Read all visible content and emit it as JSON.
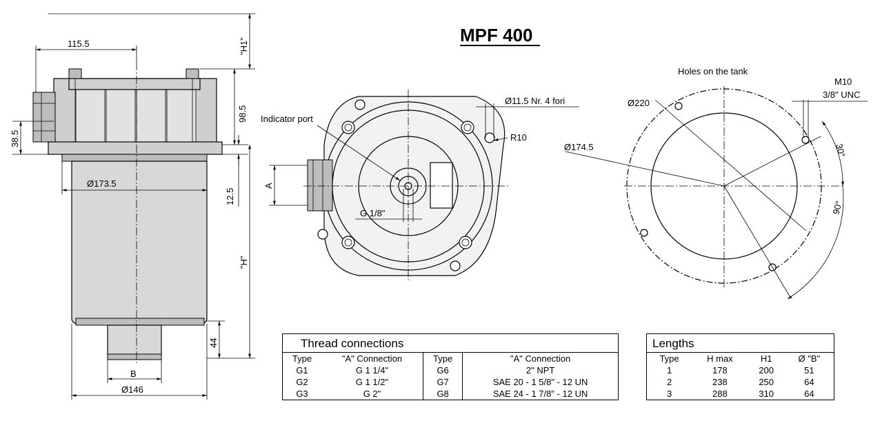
{
  "title": "MPF 400",
  "side_view": {
    "dims": [
      "115.5",
      "\"H1\"",
      "98.5",
      "38.5",
      "Ø173.5",
      "12.5",
      "\"H\"",
      "44",
      "B",
      "Ø146"
    ]
  },
  "front_view": {
    "dims": [
      "Ø11.5 Nr. 4 fori",
      "R10",
      "A",
      "G 1/8\""
    ],
    "indicator_label": "Indicator port"
  },
  "tank_view": {
    "heading": "Holes on the tank",
    "dims": [
      "Ø220",
      "Ø174.5",
      "M10",
      "3/8\" UNC",
      "30°",
      "90°"
    ]
  },
  "thread_table": {
    "title": "Thread connections",
    "headers": [
      "Type",
      "\"A\"  Connection",
      "Type",
      "\"A\"  Connection"
    ],
    "rows": [
      [
        "G1",
        "G 1 1/4\"",
        "G6",
        "2\"  NPT"
      ],
      [
        "G2",
        "G 1 1/2\"",
        "G7",
        "SAE 20 - 1 5/8\" - 12 UN"
      ],
      [
        "G3",
        "G 2\"",
        "G8",
        "SAE 24 - 1 7/8\" - 12 UN"
      ]
    ]
  },
  "lengths_table": {
    "title": "Lengths",
    "headers": [
      "Type",
      "H max",
      "H1",
      "Ø  \"B\""
    ],
    "rows": [
      [
        "1",
        "178",
        "200",
        "51"
      ],
      [
        "2",
        "238",
        "250",
        "64"
      ],
      [
        "3",
        "288",
        "310",
        "64"
      ]
    ]
  }
}
